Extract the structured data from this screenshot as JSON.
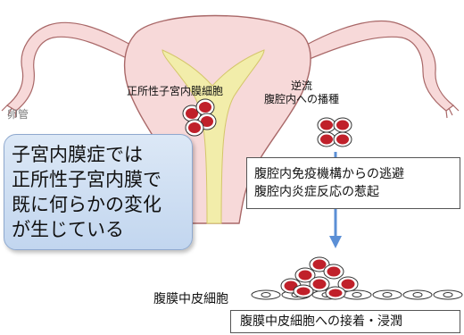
{
  "labels": {
    "tube": "卵管",
    "eutopic_cells": "正所性子宮内膜細胞",
    "reflux_title": "逆流",
    "reflux_sub": "腹腔内への播種",
    "mesothelial": "腹膜中皮細胞"
  },
  "info_box": {
    "lines": [
      "子宮内膜症では",
      "正所性子宮内膜で",
      "既に何らかの変化",
      "が生じている"
    ]
  },
  "immune_box": {
    "lines": [
      "腹腔内免疫機構からの逃避",
      "腹腔内炎症反応の惹起"
    ]
  },
  "adhesion_box": {
    "text": "腹膜中皮細胞への接着・浸潤"
  },
  "colors": {
    "uterus_fill": "#f7d9d9",
    "uterus_stroke": "#a96868",
    "endometrium": "#f2edaa",
    "cell_red": "#c0202a",
    "arrow_blue": "#5b8fd6",
    "info_box_fill": "#cfdff2"
  }
}
